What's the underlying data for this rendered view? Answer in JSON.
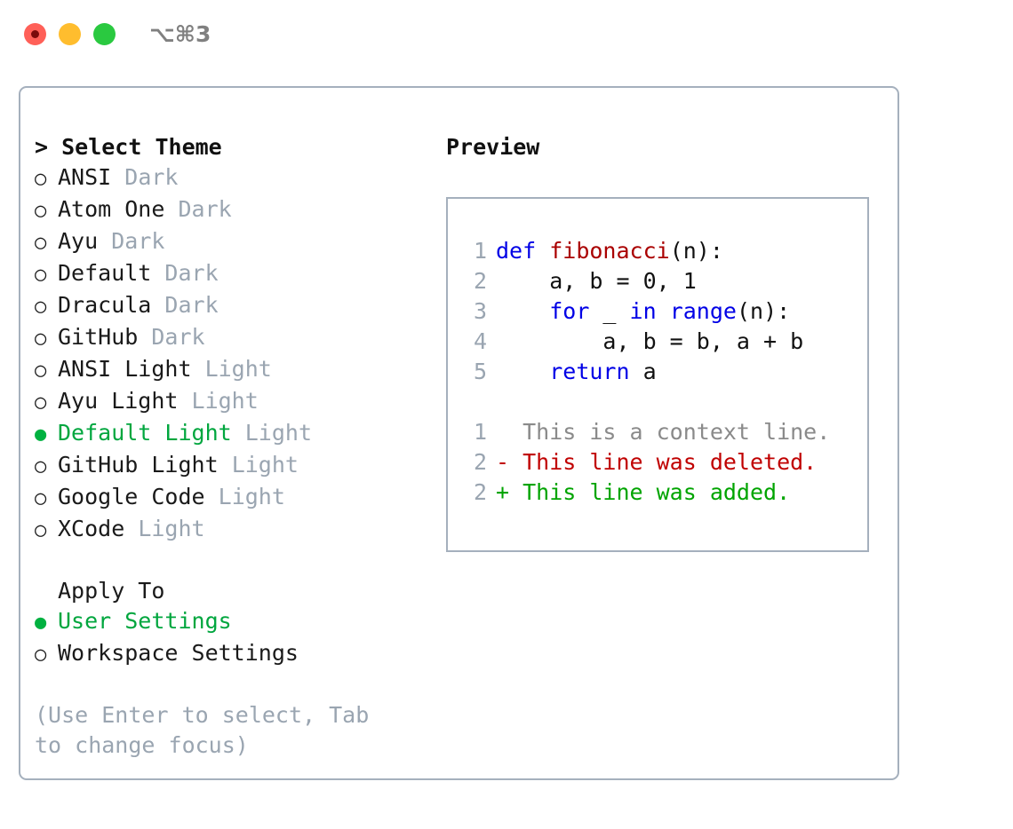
{
  "window": {
    "title": "⌥⌘3",
    "traffic_lights": [
      "close",
      "minimize",
      "zoom"
    ]
  },
  "colors": {
    "accent_green": "#00a63e",
    "muted_gray": "#9aa5b1",
    "text": "#1a1a1a",
    "border": "#a5b0bd",
    "keyword_blue": "#0000e6",
    "function_red": "#aa0000",
    "diff_added": "#00a400",
    "diff_deleted": "#c00000",
    "diff_context": "#8a8a8a"
  },
  "theme_panel": {
    "header": "> Select Theme",
    "items": [
      {
        "marker": "○",
        "name": "ANSI",
        "tag": "Dark",
        "selected": false
      },
      {
        "marker": "○",
        "name": "Atom One",
        "tag": "Dark",
        "selected": false
      },
      {
        "marker": "○",
        "name": "Ayu",
        "tag": "Dark",
        "selected": false
      },
      {
        "marker": "○",
        "name": "Default",
        "tag": "Dark",
        "selected": false
      },
      {
        "marker": "○",
        "name": "Dracula",
        "tag": "Dark",
        "selected": false
      },
      {
        "marker": "○",
        "name": "GitHub",
        "tag": "Dark",
        "selected": false
      },
      {
        "marker": "○",
        "name": "ANSI Light",
        "tag": "Light",
        "selected": false
      },
      {
        "marker": "○",
        "name": "Ayu Light",
        "tag": "Light",
        "selected": false
      },
      {
        "marker": "●",
        "name": "Default Light",
        "tag": "Light",
        "selected": true
      },
      {
        "marker": "○",
        "name": "GitHub Light",
        "tag": "Light",
        "selected": false
      },
      {
        "marker": "○",
        "name": "Google Code",
        "tag": "Light",
        "selected": false
      },
      {
        "marker": "○",
        "name": "XCode",
        "tag": "Light",
        "selected": false
      }
    ]
  },
  "apply_to": {
    "header": "Apply To",
    "options": [
      {
        "marker": "●",
        "label": "User Settings",
        "selected": true
      },
      {
        "marker": "○",
        "label": "Workspace Settings",
        "selected": false
      }
    ]
  },
  "hint": "(Use Enter to select, Tab to change focus)",
  "preview": {
    "header": "Preview",
    "code_lines": [
      {
        "no": "1",
        "tokens": [
          {
            "t": "def ",
            "c": "kw"
          },
          {
            "t": "fibonacci",
            "c": "fn"
          },
          {
            "t": "(n):",
            "c": "plain"
          }
        ]
      },
      {
        "no": "2",
        "tokens": [
          {
            "t": "    a, b = 0, 1",
            "c": "plain"
          }
        ]
      },
      {
        "no": "3",
        "tokens": [
          {
            "t": "    ",
            "c": "plain"
          },
          {
            "t": "for",
            "c": "kw"
          },
          {
            "t": " _ ",
            "c": "plain"
          },
          {
            "t": "in",
            "c": "kw"
          },
          {
            "t": " ",
            "c": "plain"
          },
          {
            "t": "range",
            "c": "kw"
          },
          {
            "t": "(n):",
            "c": "plain"
          }
        ]
      },
      {
        "no": "4",
        "tokens": [
          {
            "t": "        a, b = b, a + b",
            "c": "plain"
          }
        ]
      },
      {
        "no": "5",
        "tokens": [
          {
            "t": "    ",
            "c": "plain"
          },
          {
            "t": "return",
            "c": "kw"
          },
          {
            "t": " a",
            "c": "plain"
          }
        ]
      }
    ],
    "diff_lines": [
      {
        "no": "1",
        "text": "  This is a context line.",
        "kind": "context"
      },
      {
        "no": "2",
        "text": "- This line was deleted.",
        "kind": "deleted"
      },
      {
        "no": "2",
        "text": "+ This line was added.",
        "kind": "added"
      }
    ]
  }
}
